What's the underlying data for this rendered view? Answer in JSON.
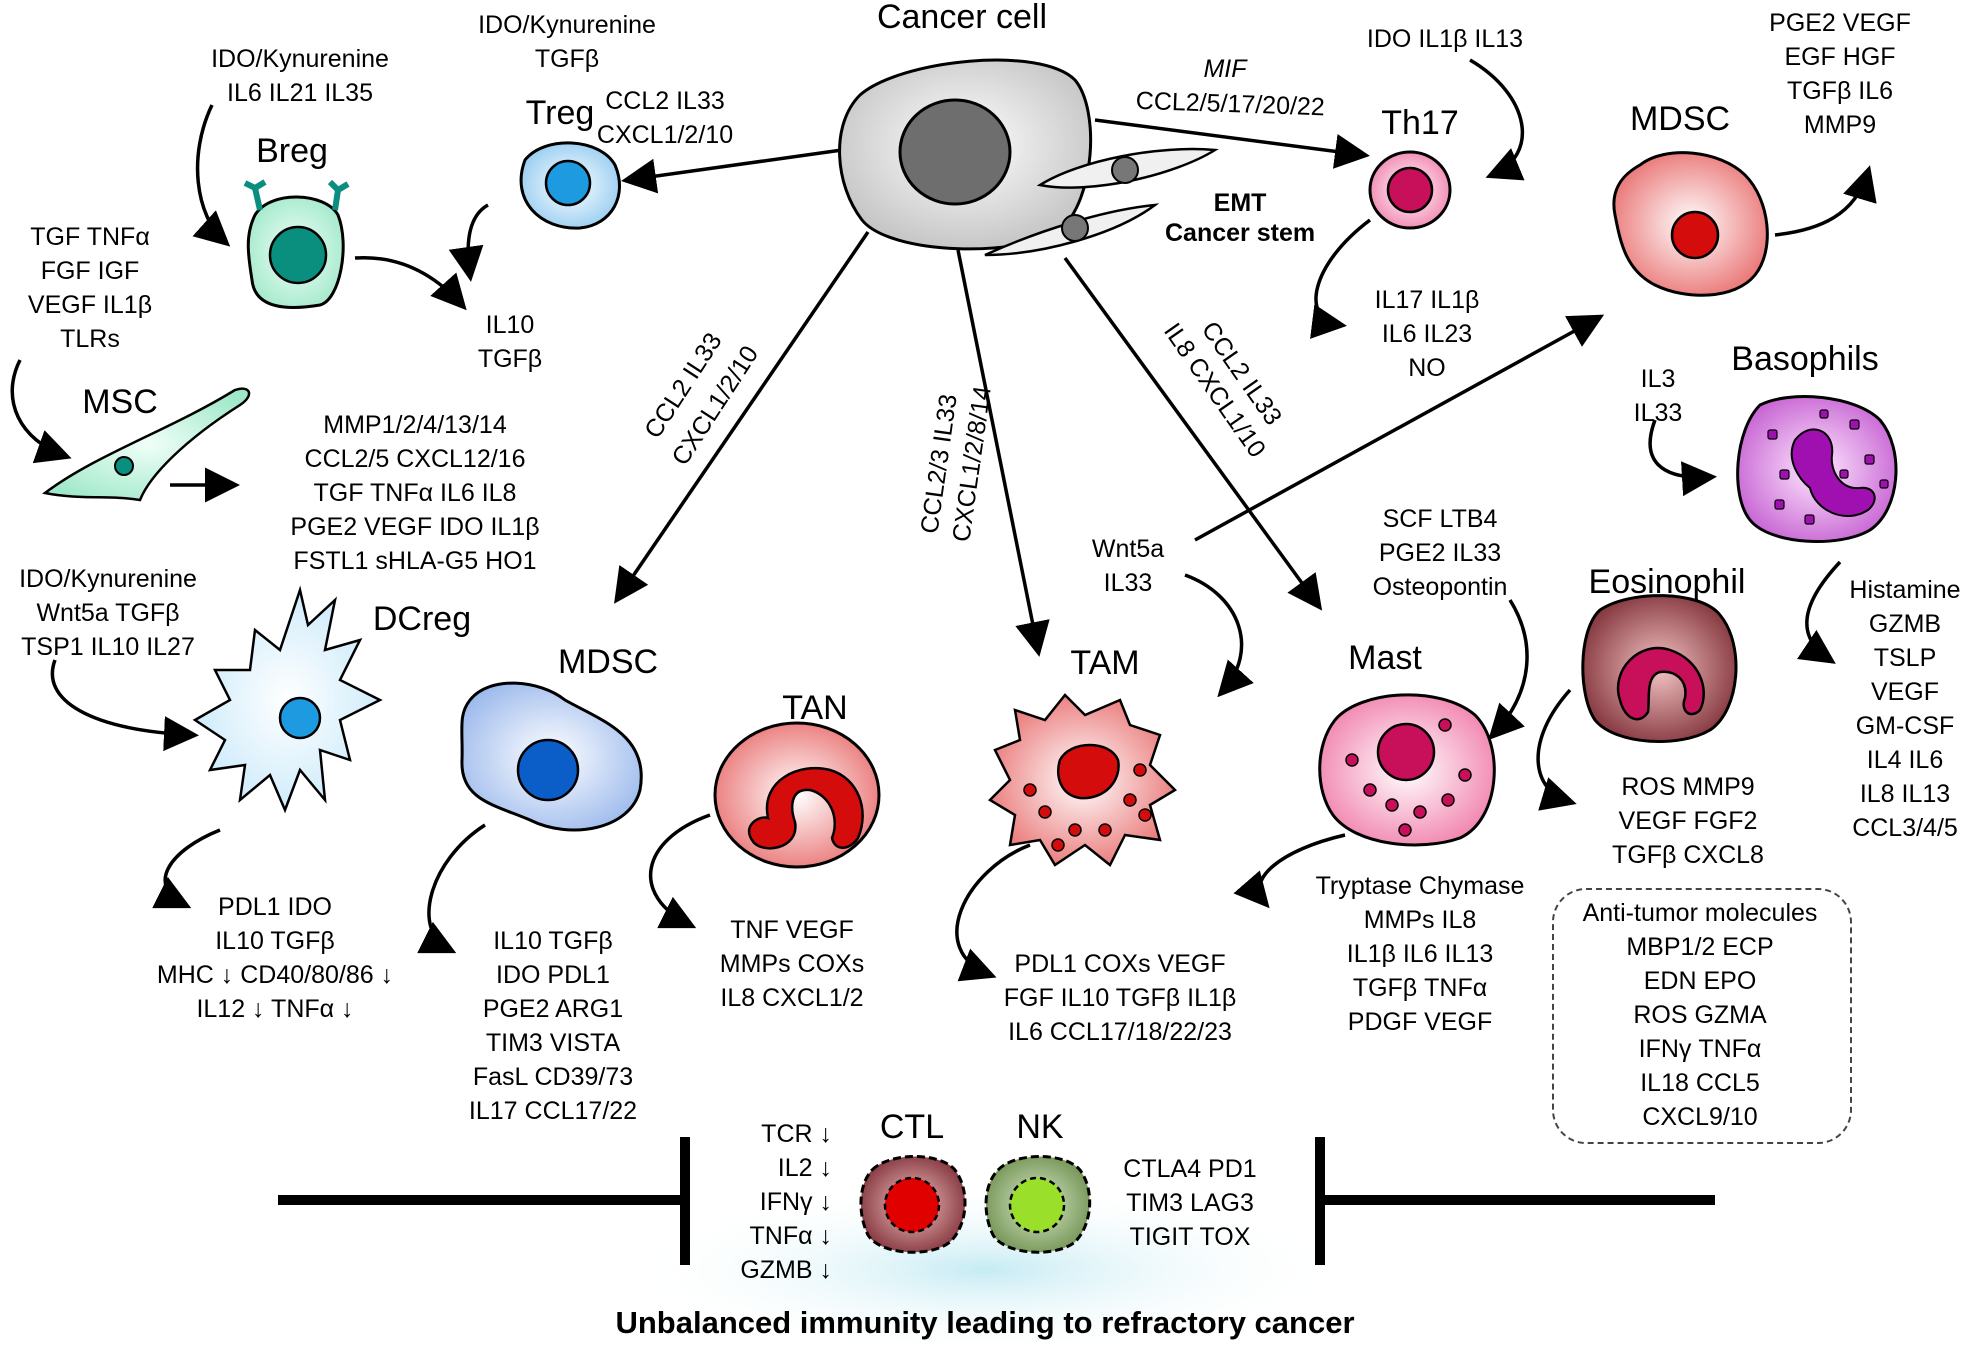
{
  "cancer_cell": {
    "title": "Cancer cell",
    "emt_line1": "EMT",
    "emt_line2": "Cancer stem"
  },
  "cells": {
    "treg": "Treg",
    "breg": "Breg",
    "msc": "MSC",
    "dcreg": "DCreg",
    "mdsc_left": "MDSC",
    "tan": "TAN",
    "tam": "TAM",
    "mast": "Mast",
    "th17": "Th17",
    "mdsc_right": "MDSC",
    "basophils": "Basophils",
    "eosinophil": "Eosinophil",
    "ctl": "CTL",
    "nk": "NK"
  },
  "signals": {
    "treg_input": [
      "IDO/Kynurenine",
      "TGFβ"
    ],
    "breg_input": [
      "IDO/Kynurenine",
      "IL6  IL21  IL35"
    ],
    "treg_breg_output": [
      "IL10",
      "TGFβ"
    ],
    "msc_input": [
      "TGF  TNFα",
      "FGF  IGF",
      "VEGF  IL1β",
      "TLRs"
    ],
    "msc_output": [
      "MMP1/2/4/13/14",
      "CCL2/5  CXCL12/16",
      "TGF  TNFα  IL6  IL8",
      "PGE2  VEGF  IDO  IL1β",
      "FSTL1  sHLA-G5  HO1"
    ],
    "dcreg_input": [
      "IDO/Kynurenine",
      "Wnt5a  TGFβ",
      "TSP1  IL10  IL27"
    ],
    "dcreg_output": [
      "PDL1  IDO",
      "IL10  TGFβ",
      "MHC ↓ CD40/80/86 ↓",
      "IL12 ↓ TNFα ↓"
    ],
    "mdsc_left_output": [
      "IL10  TGFβ",
      "IDO  PDL1",
      "PGE2  ARG1",
      "TIM3  VISTA",
      "FasL  CD39/73",
      "IL17  CCL17/22"
    ],
    "tan_output": [
      "TNF  VEGF",
      "MMPs  COXs",
      "IL8  CXCL1/2"
    ],
    "tam_output": [
      "PDL1  COXs  VEGF",
      "FGF  IL10  TGFβ  IL1β",
      "IL6  CCL17/18/22/23"
    ],
    "mast_input": [
      "SCF  LTB4",
      "PGE2  IL33",
      "Osteopontin"
    ],
    "mast_output": [
      "Tryptase  Chymase",
      "MMPs  IL8",
      "IL1β  IL6  IL13",
      "TGFβ  TNFα",
      "PDGF  VEGF"
    ],
    "th17_input": [
      "IDO IL1β IL13"
    ],
    "th17_output": [
      "IL17  IL1β",
      "IL6  IL23",
      "NO"
    ],
    "mdsc_right_output": [
      "PGE2  VEGF",
      "EGF  HGF",
      "TGFβ  IL6",
      "MMP9"
    ],
    "basophil_input": [
      "IL3",
      "IL33"
    ],
    "basophil_output": [
      "Histamine",
      "GZMB",
      "TSLP",
      "VEGF",
      "GM-CSF",
      "IL4  IL6",
      "IL8  IL13",
      "CCL3/4/5"
    ],
    "eosinophil_output": [
      "ROS  MMP9",
      "VEGF  FGF2",
      "TGFβ  CXCL8"
    ],
    "wnt5a": [
      "Wnt5a",
      "IL33"
    ],
    "anti_tumor": [
      "Anti-tumor molecules",
      "MBP1/2  ECP",
      "EDN  EPO",
      "ROS  GZMA",
      "IFNγ  TNFα",
      "IL18  CCL5",
      "CXCL9/10"
    ],
    "ctl_down": [
      "TCR ↓",
      "IL2 ↓",
      "IFNγ ↓",
      "TNFα ↓",
      "GZMB ↓"
    ],
    "nk_markers": [
      "CTLA4  PD1",
      "TIM3  LAG3",
      "TIGIT  TOX"
    ]
  },
  "arrow_labels": {
    "to_treg": [
      "CCL2  IL33",
      "CXCL1/2/10"
    ],
    "to_th17_a": "MIF",
    "to_th17_b": "CCL2/5/17/20/22",
    "to_mdsc": [
      "CCL2 IL33",
      "CXCL1/2/10"
    ],
    "to_tam": [
      "CCL2/3 IL33",
      "CXCL1/2/8/14"
    ],
    "to_mast": [
      "CCL2 IL33",
      "IL8  CXCL1/10"
    ]
  },
  "caption": "Unbalanced immunity leading to refractory cancer"
}
